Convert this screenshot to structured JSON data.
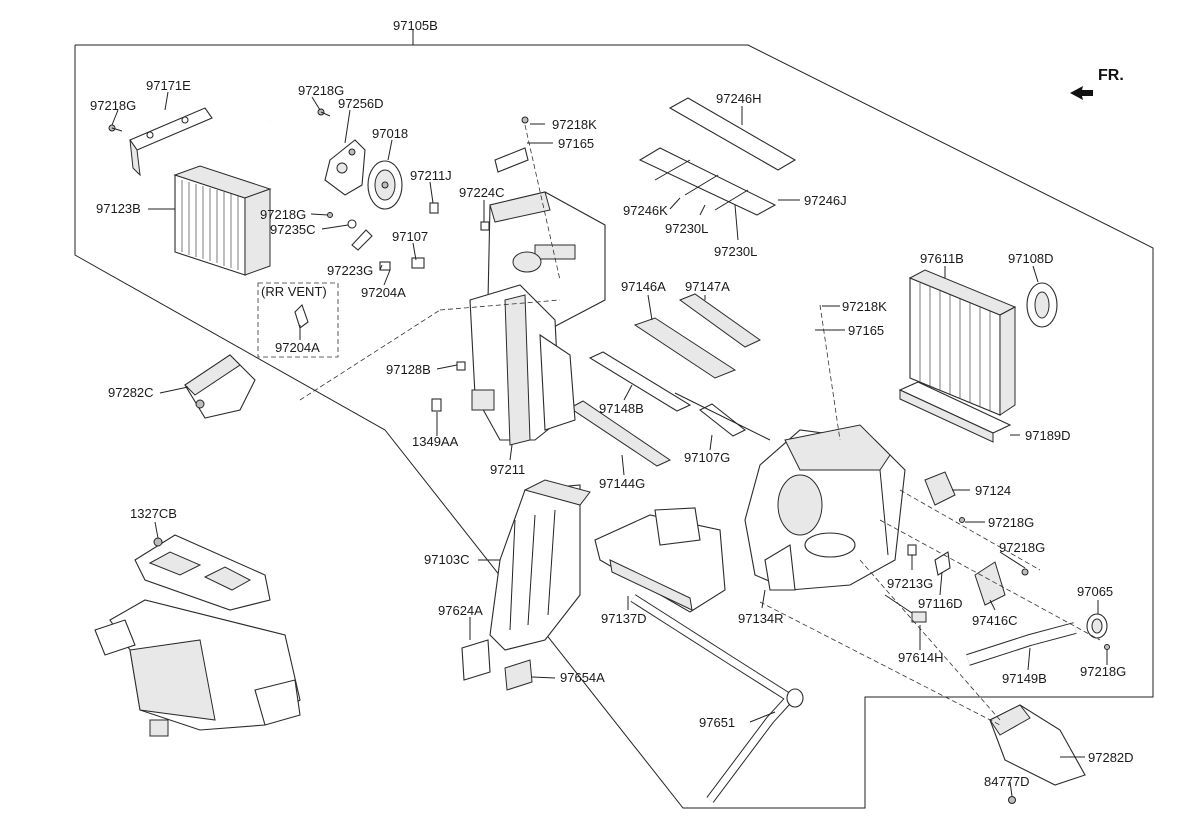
{
  "diagram": {
    "direction_indicator": "FR.",
    "sub_callout": "(RR VENT)",
    "parts": {
      "p97105B": "97105B",
      "p97171E": "97171E",
      "p97218G_a": "97218G",
      "p97123B": "97123B",
      "p97218G_b": "97218G",
      "p97256D": "97256D",
      "p97018": "97018",
      "p97211J": "97211J",
      "p97218G_c": "97218G",
      "p97235C": "97235C",
      "p97223G": "97223G",
      "p97107": "97107",
      "p97204A_a": "97204A",
      "p97204A_b": "97204A",
      "p97218K_a": "97218K",
      "p97165_a": "97165",
      "p97224C": "97224C",
      "p97246H": "97246H",
      "p97246K": "97246K",
      "p97246J": "97246J",
      "p97230L_a": "97230L",
      "p97230L_b": "97230L",
      "p97611B": "97611B",
      "p97108D": "97108D",
      "p97146A": "97146A",
      "p97147A": "97147A",
      "p97218K_b": "97218K",
      "p97165_b": "97165",
      "p97282C": "97282C",
      "p97128B": "97128B",
      "p1349AA": "1349AA",
      "p97211": "97211",
      "p97148B": "97148B",
      "p97107G": "97107G",
      "p97144G": "97144G",
      "p97189D": "97189D",
      "p97124": "97124",
      "p97218G_d": "97218G",
      "p97218G_e": "97218G",
      "p1327CB": "1327CB",
      "p97103C": "97103C",
      "p97624A": "97624A",
      "p97654A": "97654A",
      "p97137D": "97137D",
      "p97134R": "97134R",
      "p97213G": "97213G",
      "p97116D": "97116D",
      "p97416C": "97416C",
      "p97065": "97065",
      "p97614H": "97614H",
      "p97149B": "97149B",
      "p97218G_f": "97218G",
      "p97651": "97651",
      "p97282D": "97282D",
      "p84777D": "84777D"
    }
  }
}
